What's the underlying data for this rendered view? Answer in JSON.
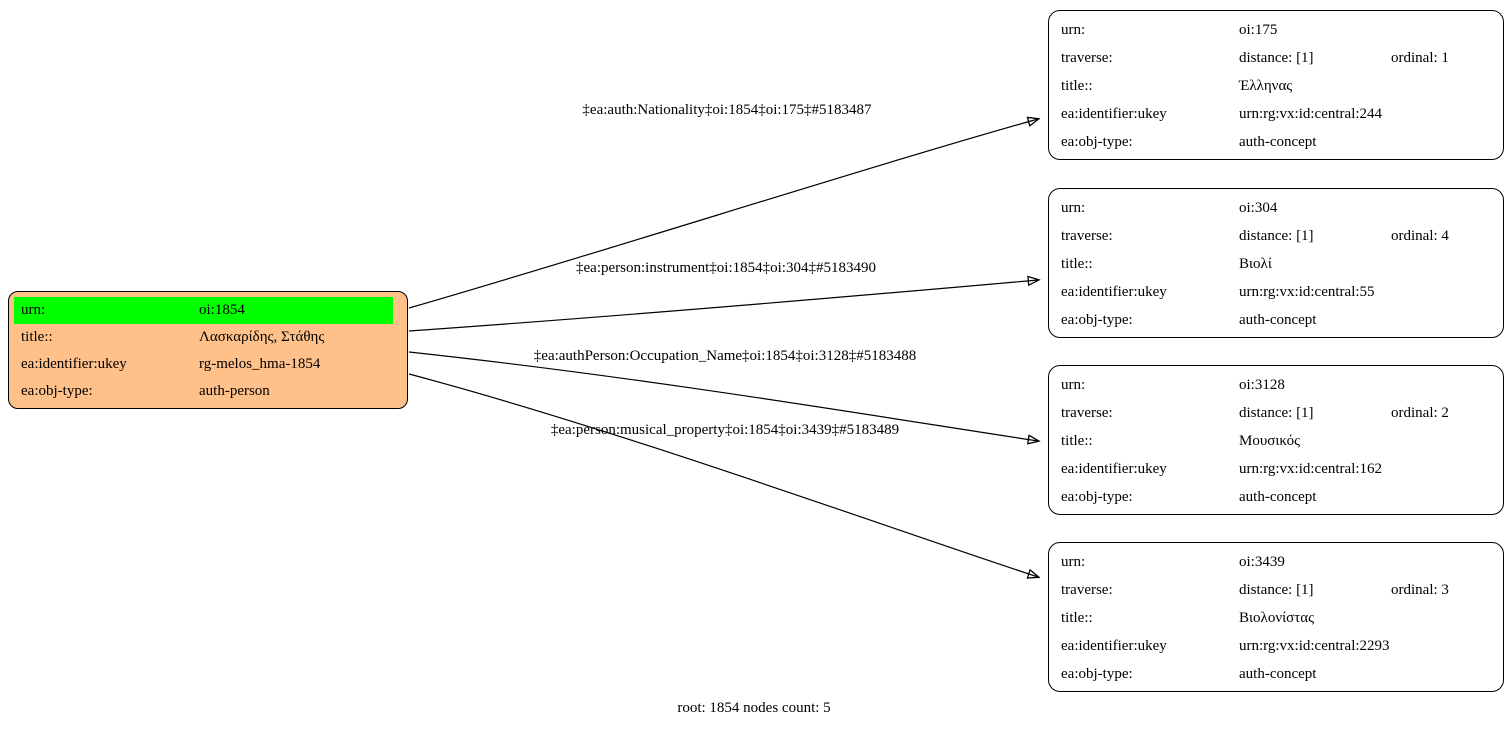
{
  "caption": "root: 1854 nodes count: 5",
  "colors": {
    "root_fill": "#ffc189",
    "urn_highlight": "#00ff00",
    "node_fill": "#ffffff",
    "border_and_edges": "#000000"
  },
  "root_node": {
    "rows": [
      {
        "key": "urn:",
        "value": "oi:1854"
      },
      {
        "key": "title::",
        "value": "Λασκαρίδης, Στάθης"
      },
      {
        "key": "ea:identifier:ukey",
        "value": "rg-melos_hma-1854"
      },
      {
        "key": "ea:obj-type:",
        "value": "auth-person"
      }
    ]
  },
  "nodes": [
    {
      "rows": [
        {
          "key": "urn:",
          "value": "oi:175"
        },
        {
          "key": "traverse:",
          "value": "distance: [1]",
          "value2": "ordinal: 1"
        },
        {
          "key": "title::",
          "value": "Έλληνας"
        },
        {
          "key": "ea:identifier:ukey",
          "value": "urn:rg:vx:id:central:244"
        },
        {
          "key": "ea:obj-type:",
          "value": "auth-concept"
        }
      ]
    },
    {
      "rows": [
        {
          "key": "urn:",
          "value": "oi:304"
        },
        {
          "key": "traverse:",
          "value": "distance: [1]",
          "value2": "ordinal: 4"
        },
        {
          "key": "title::",
          "value": "Βιολί"
        },
        {
          "key": "ea:identifier:ukey",
          "value": "urn:rg:vx:id:central:55"
        },
        {
          "key": "ea:obj-type:",
          "value": "auth-concept"
        }
      ]
    },
    {
      "rows": [
        {
          "key": "urn:",
          "value": "oi:3128"
        },
        {
          "key": "traverse:",
          "value": "distance: [1]",
          "value2": "ordinal: 2"
        },
        {
          "key": "title::",
          "value": "Μουσικός"
        },
        {
          "key": "ea:identifier:ukey",
          "value": "urn:rg:vx:id:central:162"
        },
        {
          "key": "ea:obj-type:",
          "value": "auth-concept"
        }
      ]
    },
    {
      "rows": [
        {
          "key": "urn:",
          "value": "oi:3439"
        },
        {
          "key": "traverse:",
          "value": "distance: [1]",
          "value2": "ordinal: 3"
        },
        {
          "key": "title::",
          "value": "Βιολονίστας"
        },
        {
          "key": "ea:identifier:ukey",
          "value": "urn:rg:vx:id:central:2293"
        },
        {
          "key": "ea:obj-type:",
          "value": "auth-concept"
        }
      ]
    }
  ],
  "edges": [
    {
      "label": "‡ea:auth:Nationality‡oi:1854‡oi:175‡#5183487"
    },
    {
      "label": "‡ea:person:instrument‡oi:1854‡oi:304‡#5183490"
    },
    {
      "label": "‡ea:authPerson:Occupation_Name‡oi:1854‡oi:3128‡#5183488"
    },
    {
      "label": "‡ea:person:musical_property‡oi:1854‡oi:3439‡#5183489"
    }
  ]
}
